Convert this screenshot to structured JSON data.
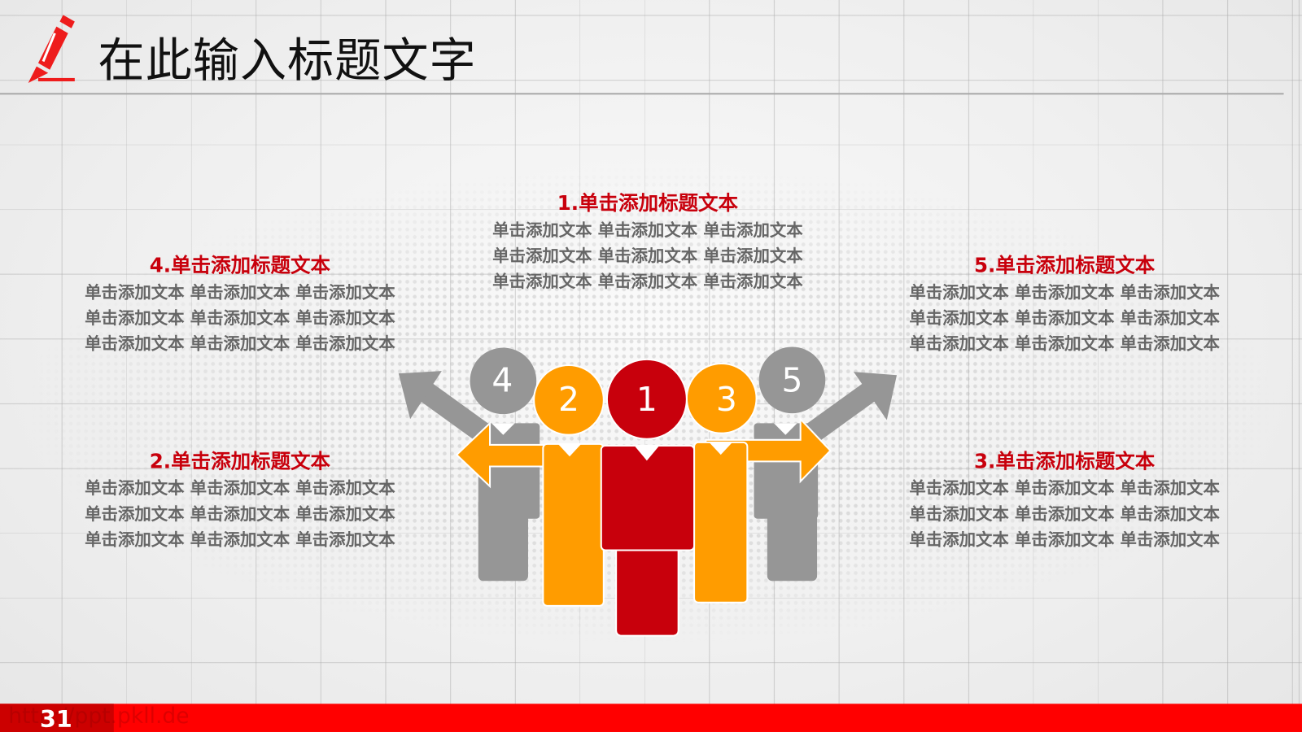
{
  "header": {
    "title": "在此输入标题文字",
    "logo_icon": "pencil-icon"
  },
  "blocks": {
    "b1": {
      "title": "1.单击添加标题文本",
      "lines": [
        "单击添加文本 单击添加文本 单击添加文本",
        "单击添加文本 单击添加文本 单击添加文本",
        "单击添加文本 单击添加文本 单击添加文本"
      ]
    },
    "b2": {
      "title": "2.单击添加标题文本",
      "lines": [
        "单击添加文本 单击添加文本 单击添加文本",
        "单击添加文本 单击添加文本 单击添加文本",
        "单击添加文本 单击添加文本 单击添加文本"
      ]
    },
    "b3": {
      "title": "3.单击添加标题文本",
      "lines": [
        "单击添加文本 单击添加文本 单击添加文本",
        "单击添加文本 单击添加文本 单击添加文本",
        "单击添加文本 单击添加文本 单击添加文本"
      ]
    },
    "b4": {
      "title": "4.单击添加标题文本",
      "lines": [
        "单击添加文本 单击添加文本 单击添加文本",
        "单击添加文本 单击添加文本 单击添加文本",
        "单击添加文本 单击添加文本 单击添加文本"
      ]
    },
    "b5": {
      "title": "5.单击添加标题文本",
      "lines": [
        "单击添加文本 单击添加文本 单击添加文本",
        "单击添加文本 单击添加文本 单击添加文本",
        "单击添加文本 单击添加文本 单击添加文本"
      ]
    }
  },
  "figure": {
    "people": [
      "1",
      "2",
      "3",
      "4",
      "5"
    ]
  },
  "colors": {
    "red": "#c8000c",
    "orange": "#ff9c00",
    "gray": "#969696",
    "bar": "#ff0000"
  },
  "footer": {
    "page": "31",
    "watermark": "http://ppt.pkll.de"
  }
}
